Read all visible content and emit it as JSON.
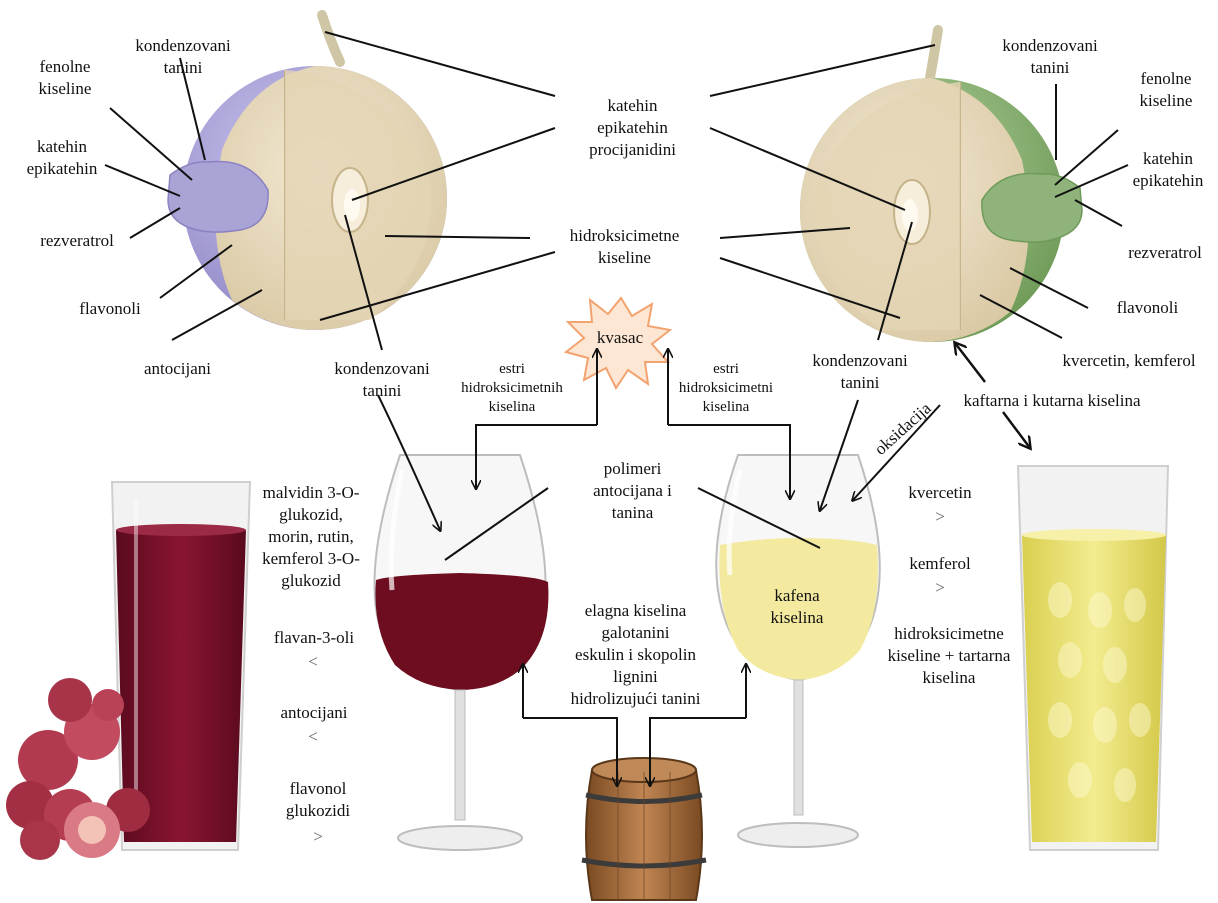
{
  "left_grape": {
    "kondenzovani_tanini": "kondenzovani\ntanini",
    "fenolne_kiseline": "fenolne\nkiseline",
    "katehin_epikatehin": "katehin\nepikatehin",
    "rezveratrol": "rezveratrol",
    "flavonoli": "flavonoli",
    "antocijani": "antocijani",
    "kondenzovani_tanini_seed": "kondenzovani\ntanini"
  },
  "center": {
    "katehin_procijanidini": "katehin\nepikatehin\nprocijanidini",
    "hidroksicimetne_kiseline": "hidroksicimetne\nkiseline",
    "kvasac": "kvasac",
    "estri_left": "estri\nhidroksicimetnih\nkiselina",
    "estri_right": "estri\nhidroksicimetni\nkiselina",
    "polimeri": "polimeri\nantocijana i\ntanina",
    "barrel_compounds": "elagna kiselina\ngalotanini\neskulin i skopolin\nlignini\nhidrolizujući tanini"
  },
  "right_grape": {
    "kondenzovani_tanini": "kondenzovani\ntanini",
    "fenolne_kiseline": "fenolne\nkiseline",
    "katehin_epikatehin": "katehin\nepikatehin",
    "rezveratrol": "rezveratrol",
    "flavonoli": "flavonoli",
    "kvercetin_kemferol": "kvercetin, kemferol",
    "kondenzovani_tanini_seed": "kondenzovani\ntanini",
    "kaftarna": "kaftarna i kutarna kiselina",
    "oksidacija": "oksidacija"
  },
  "white_wine": {
    "kafena_kiselina": "kafena\nkiselina"
  },
  "red_juice_list": {
    "malvidin": "malvidin 3-O-\nglukozid,\nmorin, rutin,\nkemferol 3-O-\nglukozid",
    "flavan": "flavan-3-oli",
    "sym1": "<",
    "antocijani": "antocijani",
    "sym2": "<",
    "flavonol": "flavonol\nglukozidi",
    "sym3": ">"
  },
  "white_juice_list": {
    "kvercetin": "kvercetin",
    "sym1": ">",
    "kemferol": "kemferol",
    "sym2": ">",
    "hidroksicimetne": "hidroksicimetne\nkiseline + tartarna\nkiselina"
  },
  "colors": {
    "red_skin": "#a9a3d6",
    "green_skin": "#7fa46a",
    "pulp": "#e6d9bd",
    "red_wine": "#6e0d1f",
    "white_wine": "#f3eaa0",
    "juice_red": "#7a0f2b",
    "juice_white": "#e8df6a",
    "star_fill": "#fde6d3",
    "star_stroke": "#f2a36f",
    "wood": "#a46a39"
  }
}
